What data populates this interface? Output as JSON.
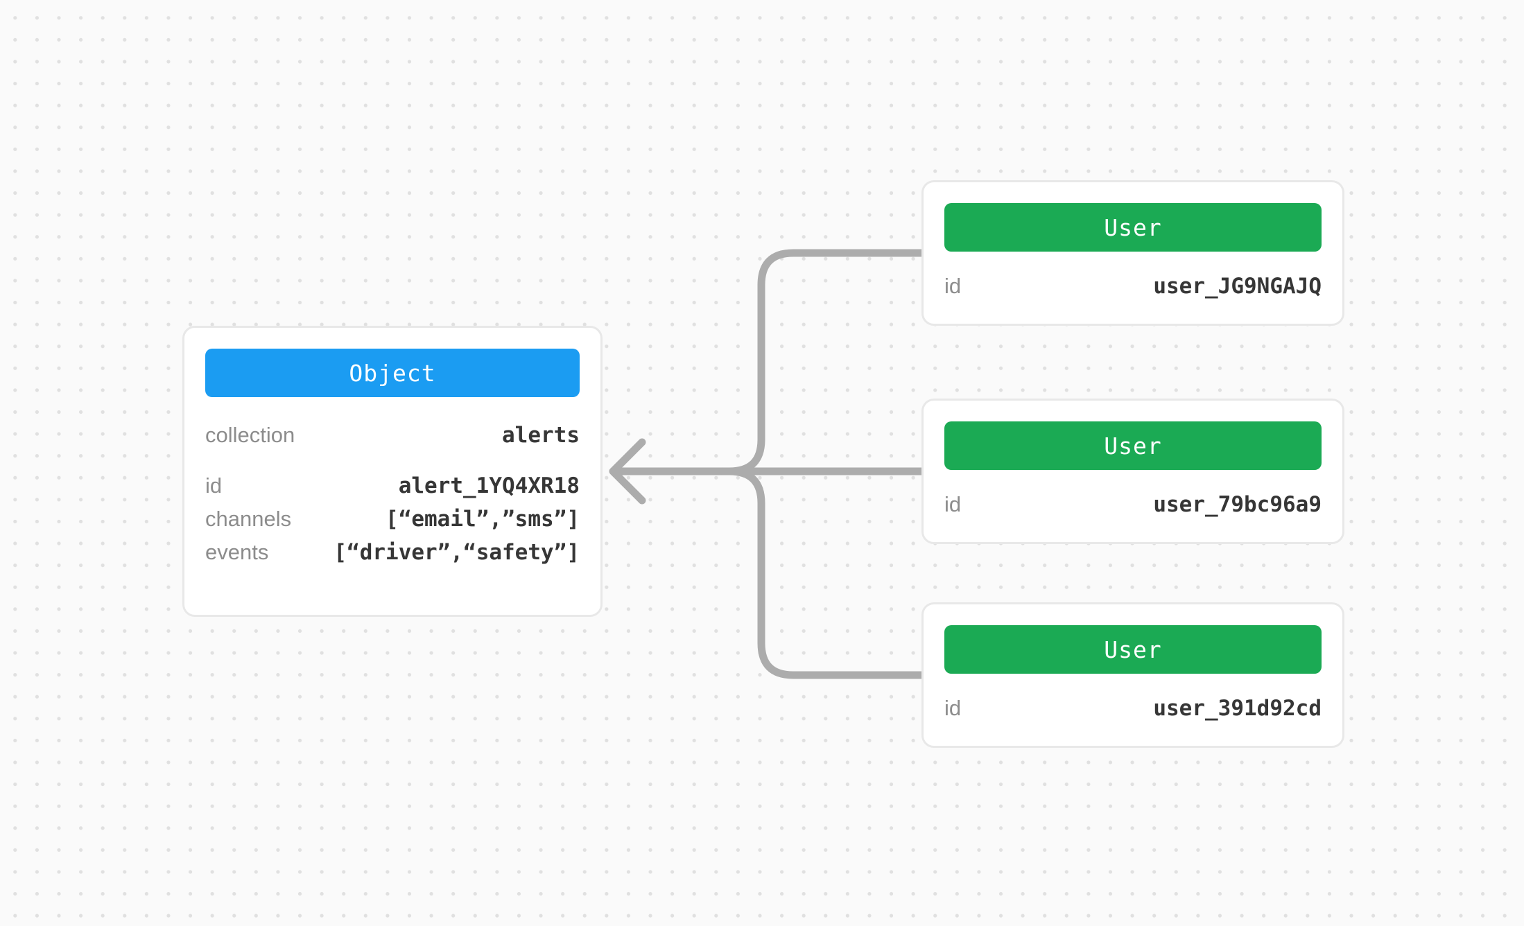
{
  "colors": {
    "background": "#FAFAFA",
    "dot": "#E0E0E0",
    "card_bg": "#FFFFFF",
    "card_border": "#E8E8E8",
    "object_header": "#1B9CF2",
    "user_header": "#1BAA54",
    "header_text": "#FFFFFF",
    "label_text": "#8C8C8C",
    "value_text": "#363636",
    "connector": "#ACACAC"
  },
  "object_card": {
    "header": "Object",
    "fields": [
      {
        "label": "collection",
        "value": "alerts"
      },
      {
        "label": "id",
        "value": "alert_1YQ4XR18"
      },
      {
        "label": "channels",
        "value": "[“email”,”sms”]"
      },
      {
        "label": "events",
        "value": "[“driver”,“safety”]"
      }
    ]
  },
  "user_cards": [
    {
      "header": "User",
      "fields": [
        {
          "label": "id",
          "value": "user_JG9NGAJQ"
        }
      ]
    },
    {
      "header": "User",
      "fields": [
        {
          "label": "id",
          "value": "user_79bc96a9"
        }
      ]
    },
    {
      "header": "User",
      "fields": [
        {
          "label": "id",
          "value": "user_391d92cd"
        }
      ]
    }
  ],
  "edges": [
    {
      "from": "user-node-1",
      "to": "object-node",
      "direction": "left-arrow"
    },
    {
      "from": "user-node-2",
      "to": "object-node",
      "direction": "left-arrow"
    },
    {
      "from": "user-node-3",
      "to": "object-node",
      "direction": "left-arrow"
    }
  ]
}
